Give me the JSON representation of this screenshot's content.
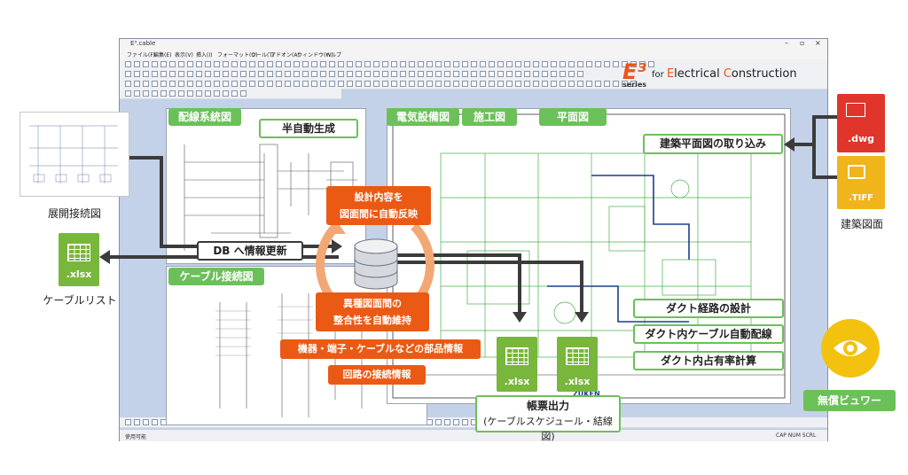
{
  "window": {
    "title": "E³.cable",
    "controls": [
      "–",
      "▫",
      "×"
    ],
    "menu": [
      "ファイル(F)",
      "編集(E)",
      "表示(V)",
      "挿入(I)",
      "フォーマット(O)",
      "ツール(T)",
      "アドオン(A)",
      "ウィンドウ(W)",
      "ヘルプ"
    ],
    "status_left": "使用可能",
    "status_right": "CAP NUM SCRL"
  },
  "brand": {
    "logo_text": "E³",
    "logo_sub": "series",
    "tagline_prefix": "for ",
    "tagline_e": "E",
    "tagline_mid": "lectrical ",
    "tagline_c": "C",
    "tagline_end": "onstruction"
  },
  "left": {
    "tenkai_caption": "展開接続図",
    "cable_list_ext": ".xlsx",
    "cable_list_caption": "ケーブルリスト",
    "db_update": "DB へ情報更新"
  },
  "sheets": {
    "haisen_label": "配線系統図",
    "semi_auto": "半自動生成",
    "cable_label": "ケーブル接続図",
    "denki_label": "電気設備図",
    "sekou_label": "施工図",
    "heimen_label": "平面図",
    "import_label": "建築平面図の取り込み",
    "duct_design": "ダクト経路の設計",
    "duct_cable": "ダクト内ケーブル自動配線",
    "duct_ratio": "ダクト内占有率計算",
    "zuken": "ZUKEN"
  },
  "center": {
    "reflect_line1": "設計内容を",
    "reflect_line2": "図面間に自動反映",
    "consist_line1": "異種図面間の",
    "consist_line2": "整合性を自動維持",
    "parts_info": "機器・端子・ケーブルなどの部品情報",
    "circuit_info": "回路の接続情報"
  },
  "output": {
    "xlsx1": ".xlsx",
    "xlsx2": ".xlsx",
    "line1": "帳票出力",
    "line2": "(ケーブルスケジュール・結線図)"
  },
  "right": {
    "dwg_ext": ".dwg",
    "tiff_ext": ".TIFF",
    "kenchiku_caption": "建築図面",
    "viewer_label": "無償ビュワー"
  },
  "colors": {
    "green": "#6cc05a",
    "orange": "#ea5a14",
    "dwg_red": "#e0352b",
    "tiff_yellow": "#f1b51c",
    "viewer_yellow": "#f2c20e"
  }
}
